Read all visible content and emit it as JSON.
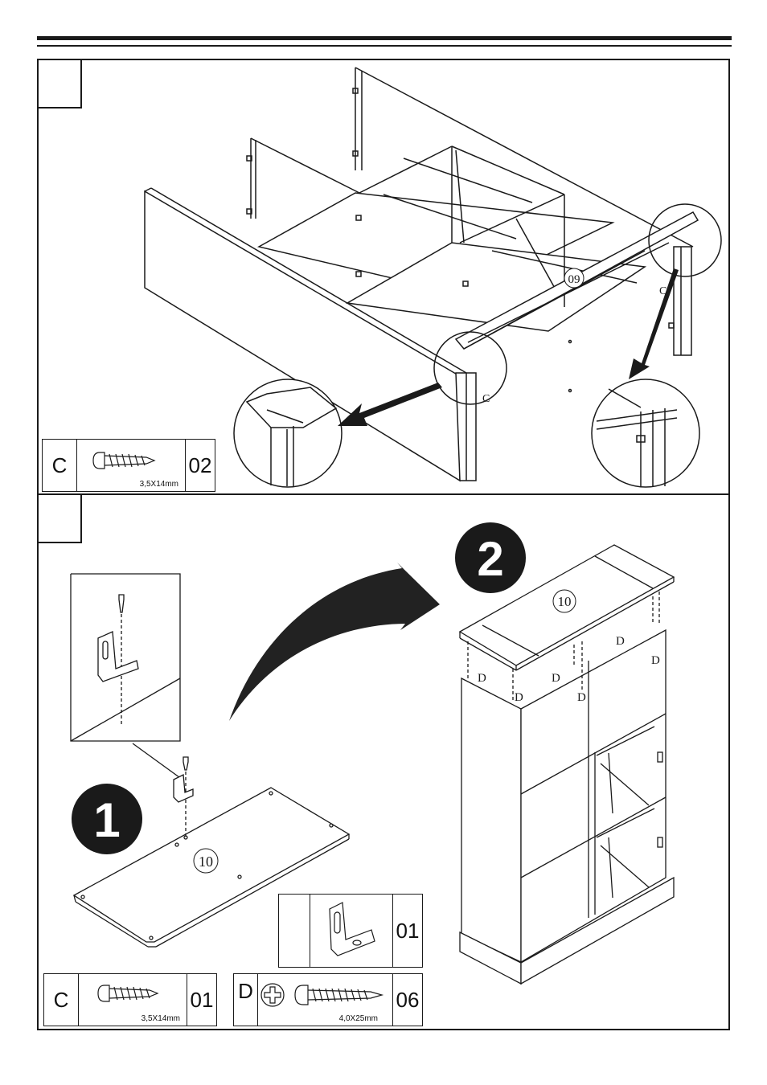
{
  "page": {
    "step_one_number": "",
    "step_two_number": ""
  },
  "step1": {
    "part_label": "09",
    "screw_marks": [
      "C",
      "C"
    ],
    "hardware": {
      "letter": "C",
      "size": "3,5X14mm",
      "quantity": "02",
      "icon": "wood-screw-icon"
    }
  },
  "step2": {
    "substep_one": "1",
    "substep_two": "2",
    "board_label": "10",
    "cabinet_top_label": "10",
    "screw_marks": [
      "D",
      "D",
      "D",
      "D",
      "D",
      "D"
    ],
    "bracket": {
      "quantity": "01",
      "icon": "angle-bracket-icon"
    },
    "hardware_c": {
      "letter": "C",
      "size": "3,5X14mm",
      "quantity": "01",
      "icon": "wood-screw-icon"
    },
    "hardware_d": {
      "letter": "D",
      "size": "4,0X25mm",
      "quantity": "06",
      "icon": "phillips-screw-icon"
    }
  },
  "colors": {
    "ink": "#1a1a1a",
    "paper": "#ffffff"
  }
}
